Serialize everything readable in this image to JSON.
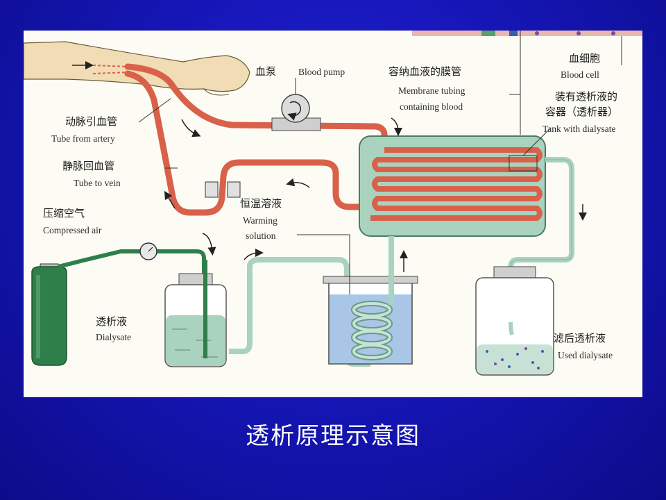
{
  "slide_caption": "透析原理示意图",
  "labels": {
    "blood_pump_zh": "血泵",
    "blood_pump_en": "Blood pump",
    "membrane_zh": "容纳血液的膜管",
    "membrane_en_1": "Membrane tubing",
    "membrane_en_2": "containing blood",
    "blood_cell_zh": "血细胞",
    "blood_cell_en": "Blood cell",
    "tank_zh_1": "装有透析液的",
    "tank_zh_2": "容器（透析器）",
    "tank_en": "Tank with dialysate",
    "artery_zh": "动脉引血管",
    "artery_en": "Tube from artery",
    "vein_zh": "静脉回血管",
    "vein_en": "Tube to vein",
    "air_zh": "压缩空气",
    "air_en": "Compressed air",
    "warming_zh": "恒温溶液",
    "warming_en_1": "Warming",
    "warming_en_2": "solution",
    "dialysate_zh": "透析液",
    "dialysate_en": "Dialysate",
    "used_zh": "滤后透析液",
    "used_en": "Used dialysate"
  },
  "colors": {
    "blood_tube": "#d9614a",
    "dialysate_tube": "#a9d2bf",
    "gas_cylinder": "#2f7f4a",
    "warm_water": "#a9c6e6",
    "background": "#1616b8"
  }
}
